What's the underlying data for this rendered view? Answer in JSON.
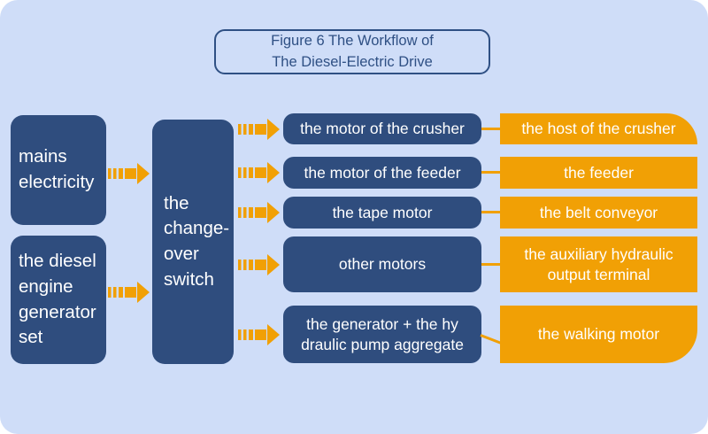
{
  "title": {
    "text": "Figure 6 The Workflow of\nThe Diesel-Electric Drive"
  },
  "colors": {
    "canvas-bg": "#cfddf8",
    "node-blue": "#2f4d7e",
    "node-orange": "#f1a005",
    "title-blue": "#2f5084",
    "node-text": "#ffffff"
  },
  "sources": [
    {
      "label": "mains\nelectricity"
    },
    {
      "label": "the diesel\nengine\ngenerator\nset"
    }
  ],
  "switch": {
    "label": "the\nchange-\nover\nswitch"
  },
  "rows": [
    {
      "motor": "the motor of the crusher",
      "output": "the host of the crusher"
    },
    {
      "motor": "the motor of the feeder",
      "output": "the feeder"
    },
    {
      "motor": "the tape motor",
      "output": "the belt conveyor"
    },
    {
      "motor": "other motors",
      "output": "the auxiliary hydraulic\noutput terminal"
    },
    {
      "motor": "the generator + the hy\ndraulic pump aggregate",
      "output": "the walking motor"
    }
  ]
}
